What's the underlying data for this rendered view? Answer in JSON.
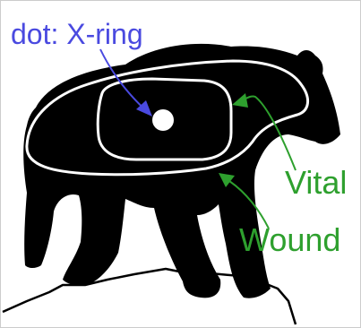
{
  "diagram": {
    "labels": {
      "xring": "dot: X-ring",
      "vital": "Vital",
      "wound": "Wound"
    }
  },
  "colors": {
    "background": "#ffffff",
    "silhouette": "#000000",
    "ring_outline": "#ffffff",
    "xring_label": "#4a4ae0",
    "zone_labels": "#2ea02e"
  }
}
